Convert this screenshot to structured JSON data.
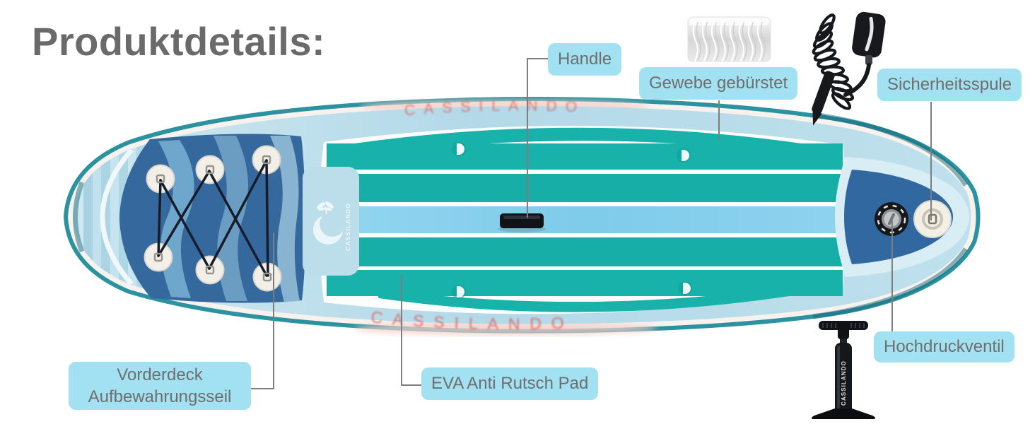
{
  "title": "Produktdetails:",
  "brand": "CASSILANDO",
  "callouts": {
    "handle": "Handle",
    "fabric": "Gewebe gebürstet",
    "safety_coil": "Sicherheitsspule",
    "front_deck_rope": {
      "line1": "Vorderdeck",
      "line2": "Aufbewahrungsseil"
    },
    "eva_pad": "EVA Anti Rutsch Pad",
    "valve": "Hochdruckventil"
  },
  "colors": {
    "callout_bg": "#a2e1f2",
    "callout_text": "#6e6e6e",
    "title_text": "#6a6a6a",
    "connector_line": "#7e7e7e",
    "board_edge_teal": "#2b93a0",
    "deck_blue": "#b7dcea",
    "eva_pad_teal": "#18b2aa",
    "center_stripe_blue": "#87d0ed",
    "cargo_navy": "#35699e",
    "brand_red": "#d95c57"
  }
}
